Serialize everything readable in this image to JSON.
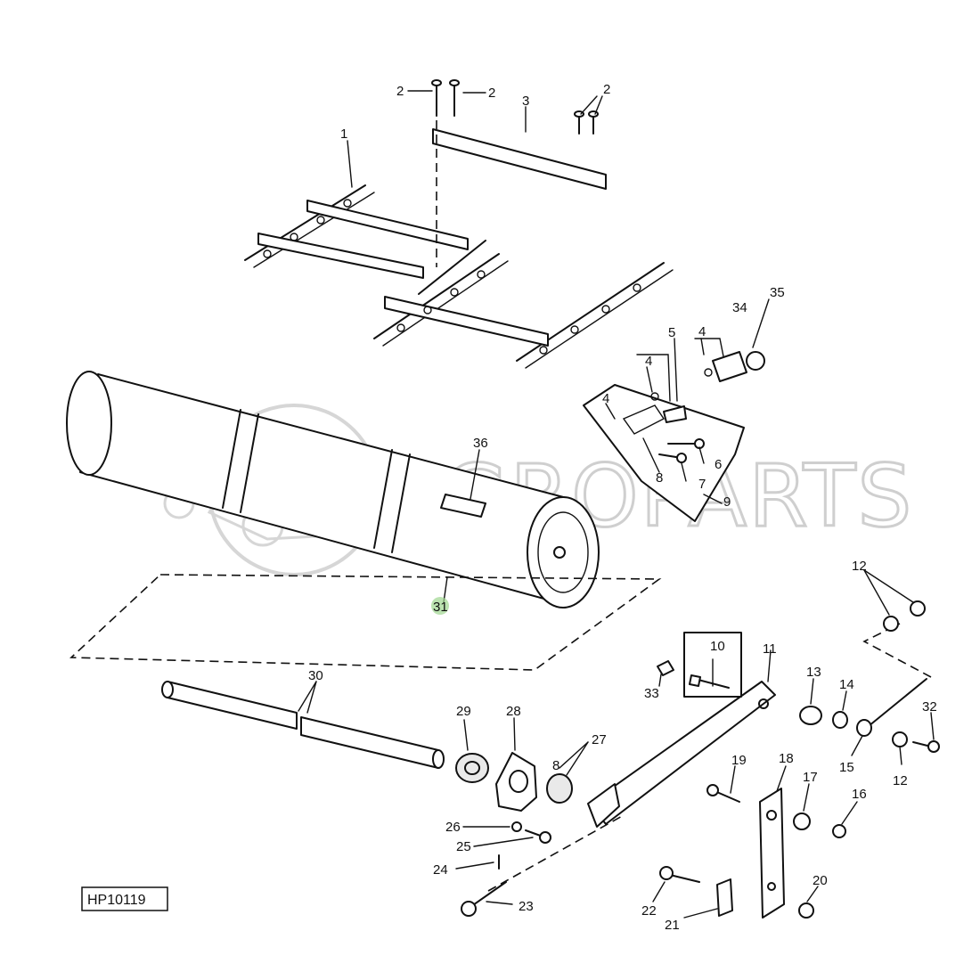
{
  "watermark": {
    "text": "AGROPARTS"
  },
  "figure_ref": "HP10119",
  "callouts": {
    "c1": "1",
    "c2a": "2",
    "c2b": "2",
    "c2c": "2",
    "c3": "3",
    "c4a": "4",
    "c4b": "4",
    "c4c": "4",
    "c5": "5",
    "c6": "6",
    "c7": "7",
    "c8a": "8",
    "c8b": "8",
    "c9": "9",
    "c10": "10",
    "c11": "11",
    "c12a": "12",
    "c12b": "12",
    "c13": "13",
    "c14": "14",
    "c15": "15",
    "c16": "16",
    "c17": "17",
    "c18": "18",
    "c19": "19",
    "c20": "20",
    "c21": "21",
    "c22": "22",
    "c23": "23",
    "c24": "24",
    "c25": "25",
    "c26": "26",
    "c27": "27",
    "c28": "28",
    "c29": "29",
    "c30": "30",
    "c31": "31",
    "c32": "32",
    "c33": "33",
    "c34": "34",
    "c35": "35",
    "c36": "36"
  }
}
